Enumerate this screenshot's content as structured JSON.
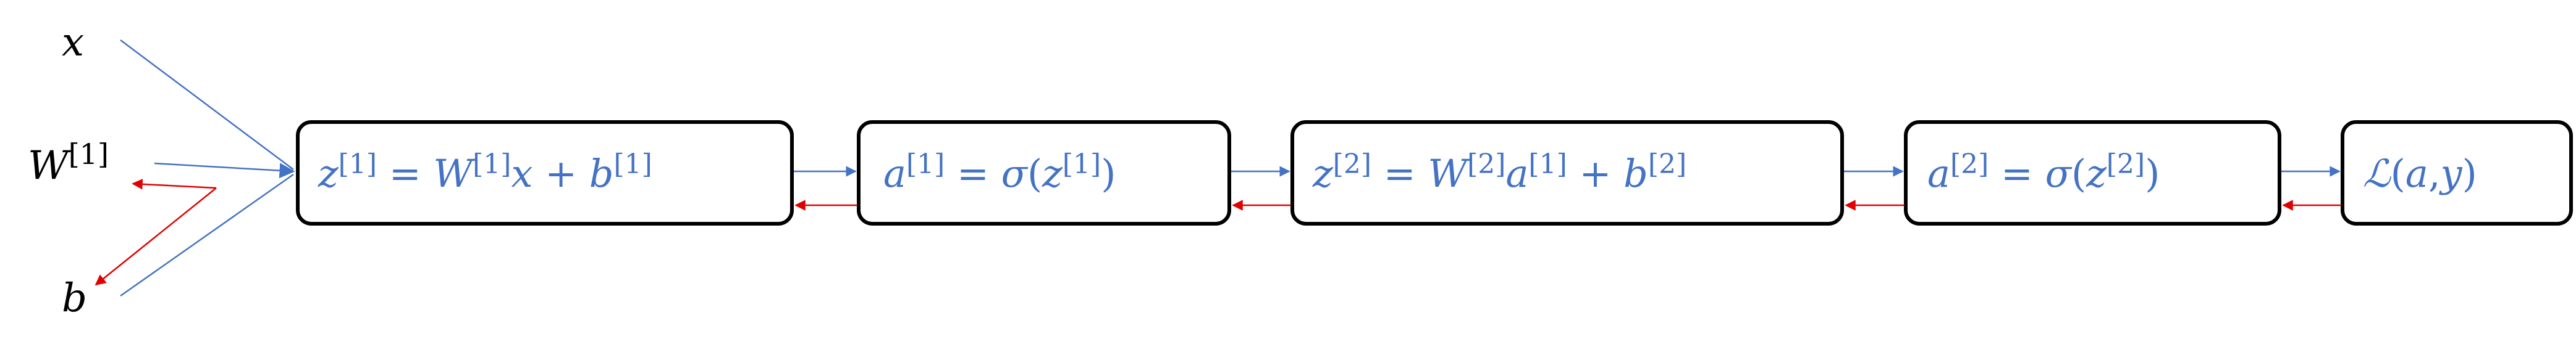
{
  "inputs": {
    "x": "x",
    "w_base": "W",
    "w_sup": "[1]",
    "b": "b"
  },
  "nodes": [
    {
      "parts": [
        {
          "t": "z",
          "k": "v"
        },
        {
          "t": "[1]",
          "k": "sup"
        },
        {
          "t": " = ",
          "k": "op"
        },
        {
          "t": "W",
          "k": "v"
        },
        {
          "t": "[1]",
          "k": "sup"
        },
        {
          "t": "x",
          "k": "v"
        },
        {
          "t": " + ",
          "k": "op"
        },
        {
          "t": "b",
          "k": "v"
        },
        {
          "t": "[1]",
          "k": "sup"
        }
      ]
    },
    {
      "parts": [
        {
          "t": "a",
          "k": "v"
        },
        {
          "t": "[1]",
          "k": "sup"
        },
        {
          "t": " = ",
          "k": "op"
        },
        {
          "t": "σ",
          "k": "v"
        },
        {
          "t": "(",
          "k": "op"
        },
        {
          "t": "z",
          "k": "v"
        },
        {
          "t": "[1]",
          "k": "sup"
        },
        {
          "t": ")",
          "k": "op"
        }
      ]
    },
    {
      "parts": [
        {
          "t": "z",
          "k": "v"
        },
        {
          "t": "[2]",
          "k": "sup"
        },
        {
          "t": " = ",
          "k": "op"
        },
        {
          "t": "W",
          "k": "v"
        },
        {
          "t": "[2]",
          "k": "sup"
        },
        {
          "t": "a",
          "k": "v"
        },
        {
          "t": "[1]",
          "k": "sup"
        },
        {
          "t": " + ",
          "k": "op"
        },
        {
          "t": "b",
          "k": "v"
        },
        {
          "t": "[2]",
          "k": "sup"
        }
      ]
    },
    {
      "parts": [
        {
          "t": "a",
          "k": "v"
        },
        {
          "t": "[2]",
          "k": "sup"
        },
        {
          "t": " = ",
          "k": "op"
        },
        {
          "t": "σ",
          "k": "v"
        },
        {
          "t": "(",
          "k": "op"
        },
        {
          "t": "z",
          "k": "v"
        },
        {
          "t": "[2]",
          "k": "sup"
        },
        {
          "t": ")",
          "k": "op"
        }
      ]
    },
    {
      "parts": [
        {
          "t": "ℒ",
          "k": "v"
        },
        {
          "t": "(",
          "k": "op"
        },
        {
          "t": "a",
          "k": "v"
        },
        {
          "t": ",",
          "k": "op"
        },
        {
          "t": "y",
          "k": "v"
        },
        {
          "t": ")",
          "k": "op"
        }
      ]
    }
  ],
  "colors": {
    "forward": "#4472c4",
    "backward": "#e00000",
    "box_border": "#000000",
    "text": "#4472c4"
  }
}
